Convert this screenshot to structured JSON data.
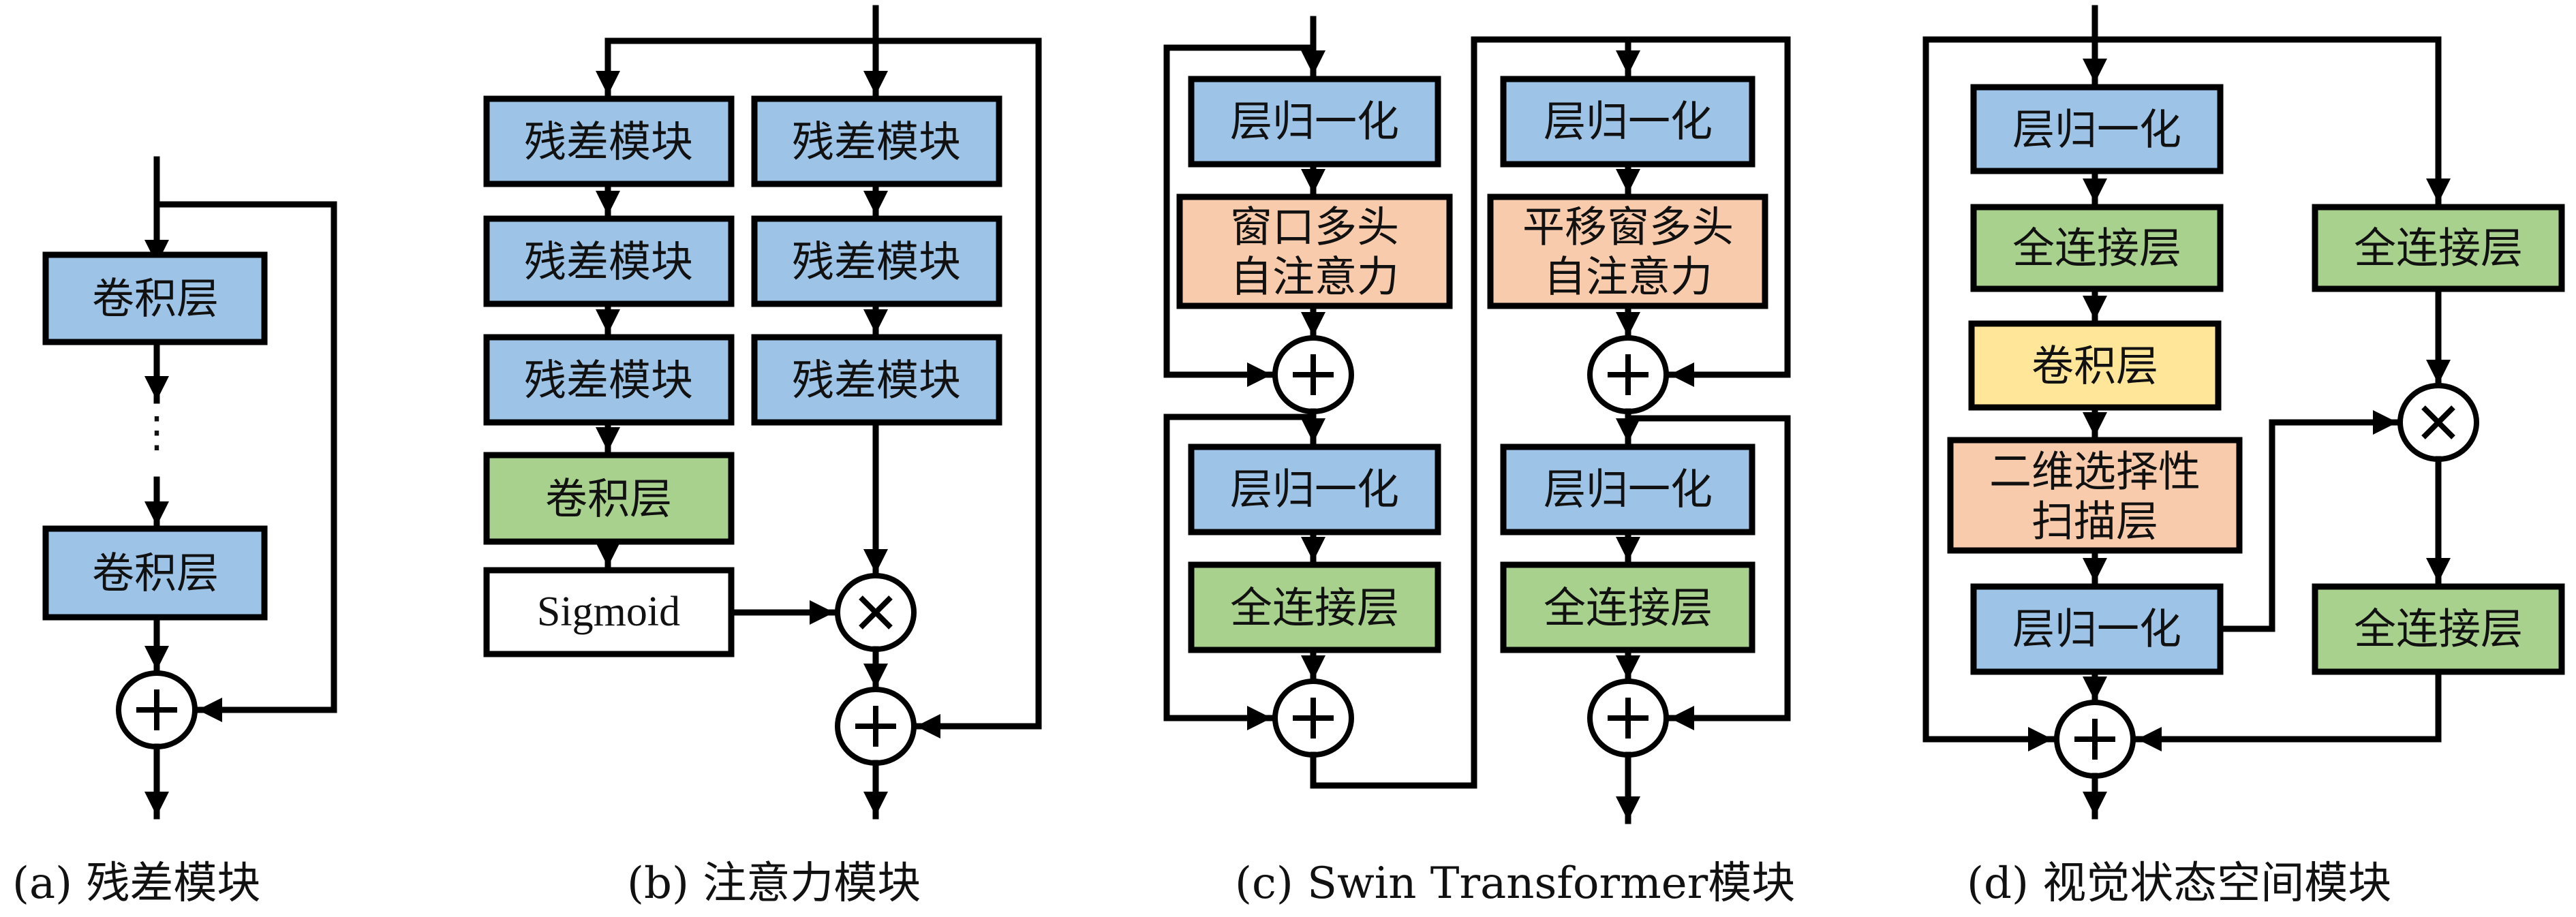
{
  "figure": {
    "panels": [
      {
        "id": "a",
        "caption": "(a) 残差模块",
        "boxes": [
          "卷积层",
          "卷积层"
        ],
        "ellipsis": "⋮",
        "operators": [
          "+"
        ]
      },
      {
        "id": "b",
        "caption": "(b) 注意力模块",
        "left_column": [
          "残差模块",
          "残差模块",
          "残差模块",
          "卷积层",
          "Sigmoid"
        ],
        "right_column": [
          "残差模块",
          "残差模块",
          "残差模块"
        ],
        "operators": [
          "×",
          "+"
        ]
      },
      {
        "id": "c",
        "caption": "(c) Swin Transformer模块",
        "block1": [
          "层归一化",
          "窗口多头",
          "自注意力",
          "层归一化",
          "全连接层"
        ],
        "block2": [
          "层归一化",
          "平移窗多头",
          "自注意力",
          "层归一化",
          "全连接层"
        ],
        "operators": [
          "+",
          "+",
          "+",
          "+"
        ]
      },
      {
        "id": "d",
        "caption": "(d) 视觉状态空间模块",
        "main_column": [
          "层归一化",
          "全连接层",
          "卷积层",
          "二维选择性",
          "扫描层",
          "层归一化"
        ],
        "gate_column": [
          "全连接层",
          "全连接层"
        ],
        "operators": [
          "×",
          "+"
        ]
      }
    ],
    "colors": {
      "normalization_blue": "#9dc3e6",
      "linear_green": "#a9d18e",
      "attention_orange": "#f8cbad",
      "conv_yellow": "#ffe699",
      "sigmoid_white": "#ffffff"
    }
  }
}
